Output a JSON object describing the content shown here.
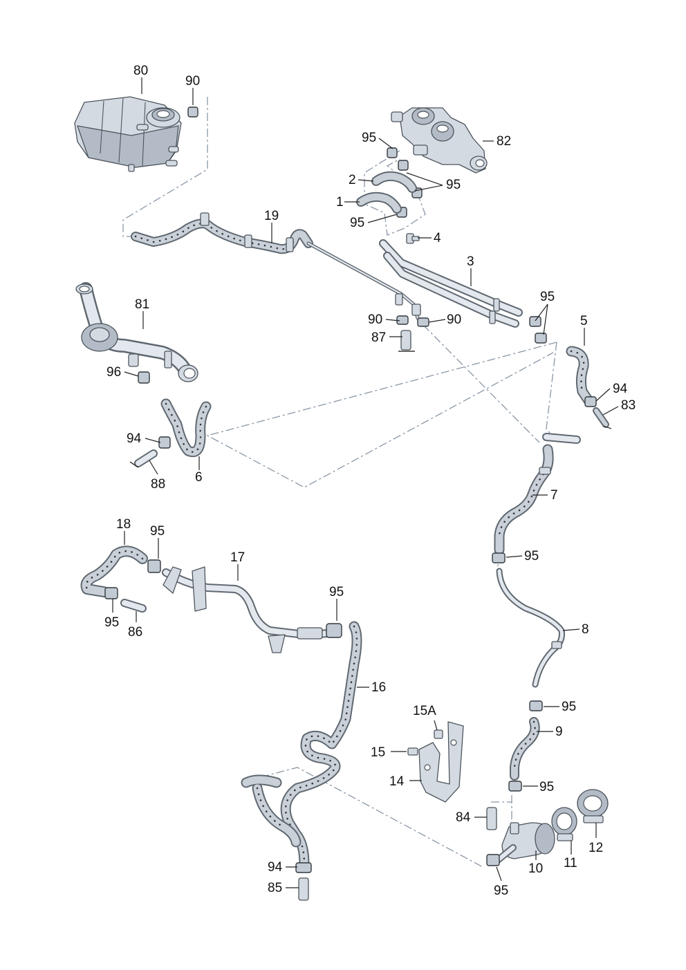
{
  "diagram": {
    "callouts": {
      "c80": "80",
      "c90a": "90",
      "c95a": "95",
      "c82": "82",
      "c2": "2",
      "c95b": "95",
      "c1": "1",
      "c95c": "95",
      "c4": "4",
      "c19": "19",
      "c3": "3",
      "c81": "81",
      "c95d": "95",
      "c5": "5",
      "c90b": "90",
      "c90c": "90",
      "c87": "87",
      "c96": "96",
      "c94a": "94",
      "c83": "83",
      "c94b": "94",
      "c88": "88",
      "c6": "6",
      "c7": "7",
      "c18": "18",
      "c95e": "95",
      "c17": "17",
      "c95f": "95",
      "c8": "8",
      "c95g": "95",
      "c86": "86",
      "c95h": "95",
      "c16": "16",
      "c15A": "15A",
      "c95i": "95",
      "c9": "9",
      "c15": "15",
      "c14": "14",
      "c95j": "95",
      "c84": "84",
      "c12": "12",
      "c10": "10",
      "c11": "11",
      "c94c": "94",
      "c85": "85",
      "c95k": "95"
    }
  }
}
